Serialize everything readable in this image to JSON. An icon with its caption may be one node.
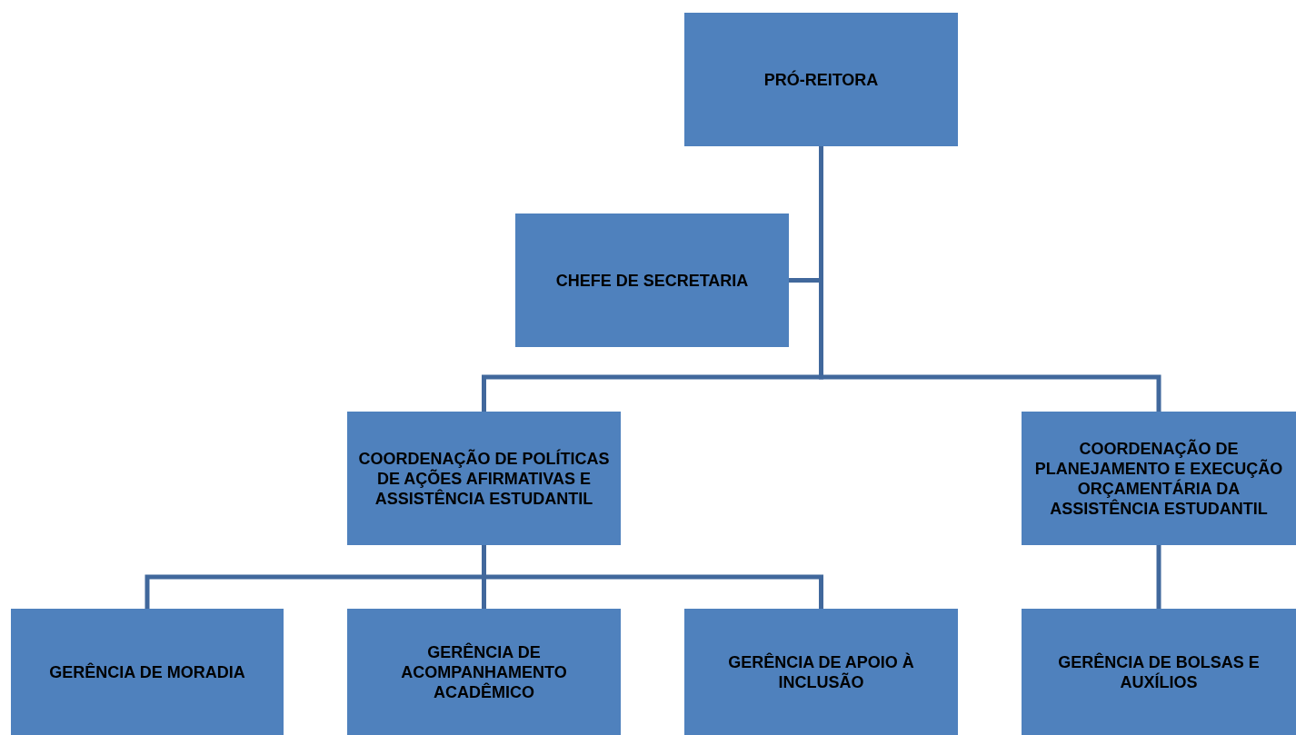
{
  "diagram": {
    "nodes": [
      {
        "text": [
          "PRÓ-REITORA"
        ]
      },
      {
        "text": [
          "CHEFE DE SECRETARIA"
        ]
      },
      {
        "text": [
          "COORDENAÇÃO DE POLÍTICAS DE AÇÕES AFIRMATIVAS E ASSISTÊNCIA ESTUDANTIL"
        ]
      },
      {
        "text": [
          "COORDENAÇÃO DE PLANEJAMENTO E EXECUÇÃO ORÇAMENTÁRIA DA ASSISTÊNCIA ESTUDANTIL"
        ]
      },
      {
        "text": [
          "GERÊNCIA DE MORADIA"
        ]
      },
      {
        "text": [
          "GERÊNCIA DE ACOMPANHAMENTO ACADÊMICO"
        ]
      },
      {
        "text": [
          "GERÊNCIA DE APOIO À INCLUSÃO"
        ]
      },
      {
        "text": [
          "GERÊNCIA DE BOLSAS E AUXÍLIOS"
        ]
      }
    ],
    "edges": [
      {
        "from": 0,
        "to": 1,
        "arrow": "none"
      },
      {
        "from": 0,
        "to": 2,
        "arrow": "none"
      },
      {
        "from": 0,
        "to": 3,
        "arrow": "none"
      },
      {
        "from": 2,
        "to": 4,
        "arrow": "none"
      },
      {
        "from": 2,
        "to": 5,
        "arrow": "none"
      },
      {
        "from": 2,
        "to": 6,
        "arrow": "none"
      },
      {
        "from": 3,
        "to": 7,
        "arrow": "none"
      }
    ]
  }
}
